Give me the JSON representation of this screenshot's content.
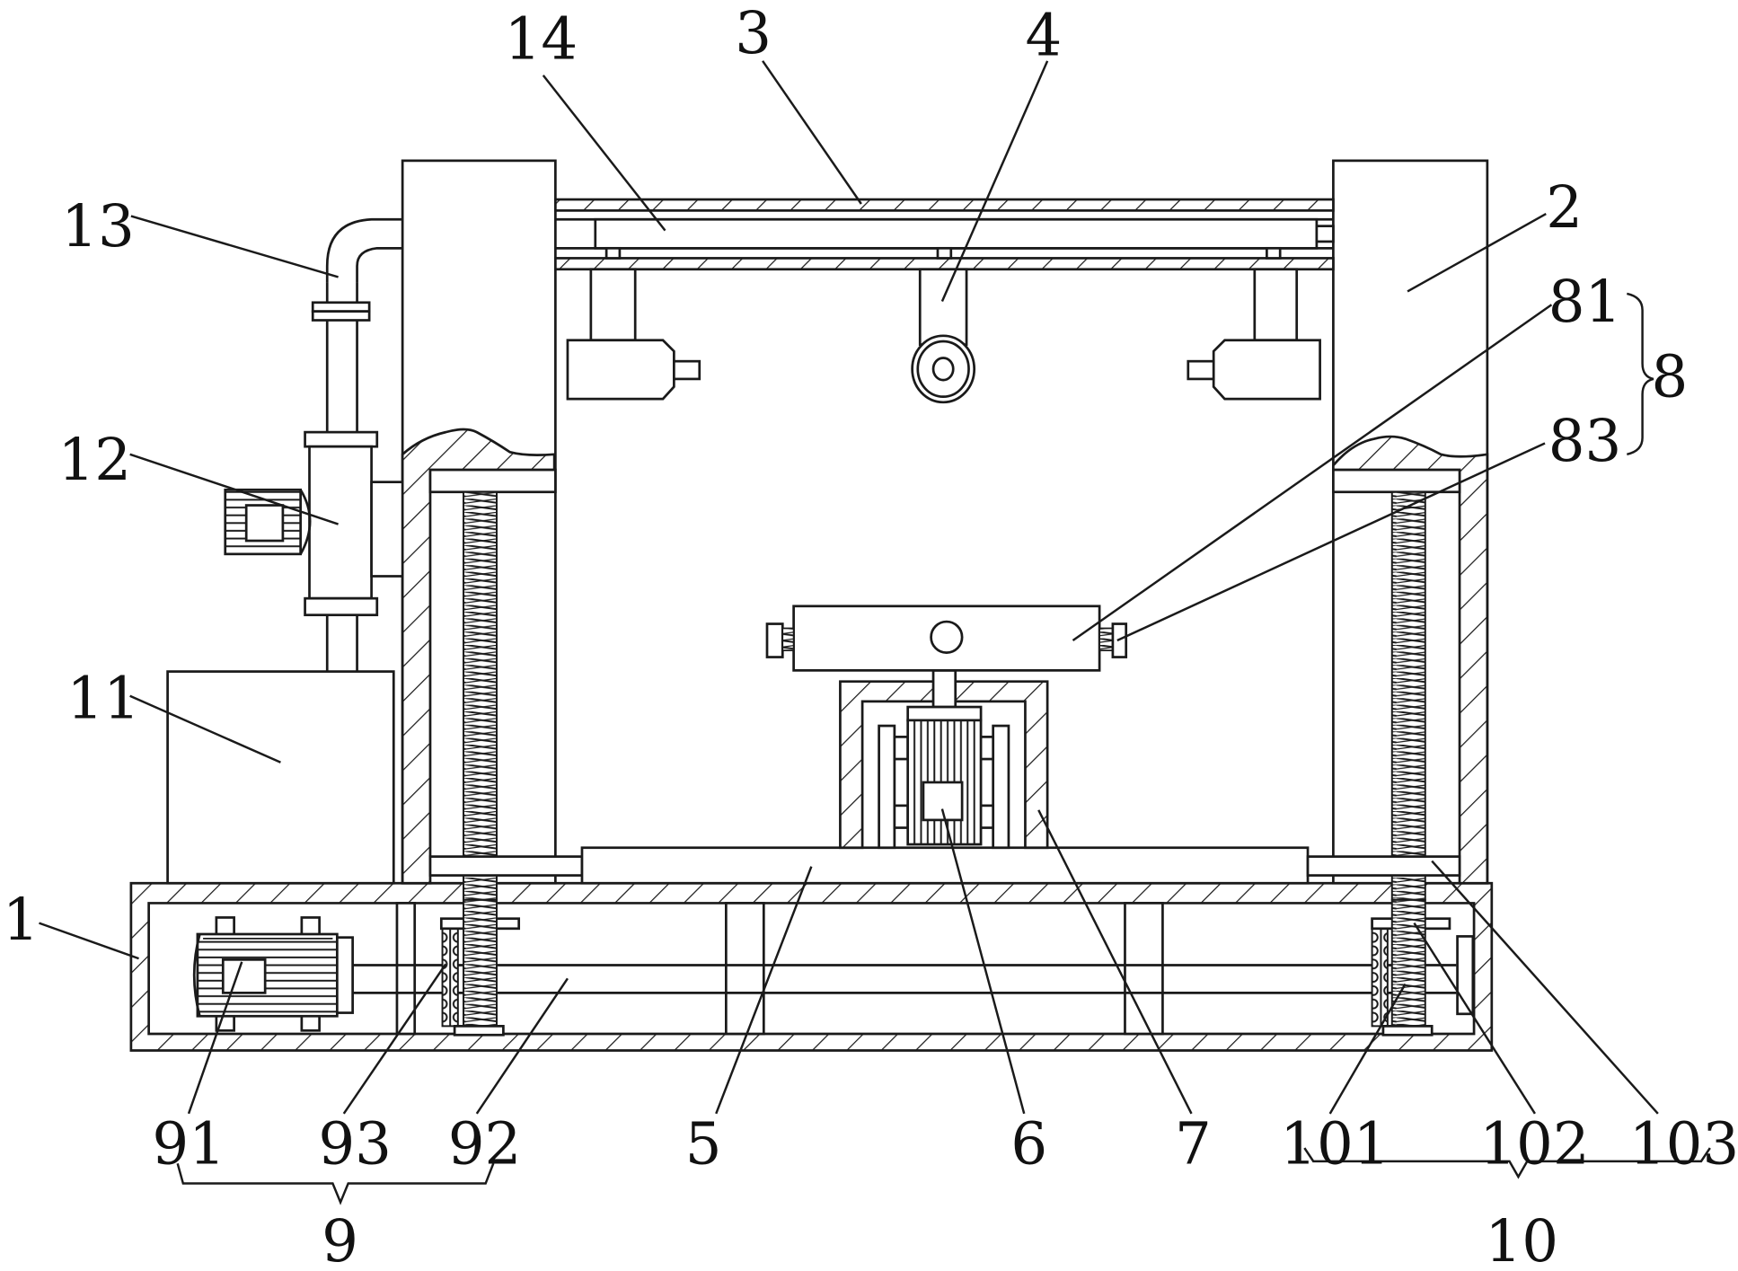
{
  "figure": {
    "type": "patent mechanical drawing",
    "line_color": "#1a1a1a",
    "background": "#ffffff"
  },
  "labels": {
    "l1": "1",
    "l2": "2",
    "l3": "3",
    "l4": "4",
    "l5": "5",
    "l6": "6",
    "l7": "7",
    "l8": "8",
    "l81": "81",
    "l83": "83",
    "l9": "9",
    "l91": "91",
    "l92": "92",
    "l93": "93",
    "l10": "10",
    "l101": "101",
    "l102": "102",
    "l103": "103",
    "l11": "11",
    "l12": "12",
    "l13": "13",
    "l14": "14"
  },
  "groups": [
    {
      "label": "8",
      "members": [
        "81",
        "83"
      ]
    },
    {
      "label": "9",
      "members": [
        "91",
        "93",
        "92"
      ]
    },
    {
      "label": "10",
      "members": [
        "101",
        "102",
        "103"
      ]
    }
  ]
}
